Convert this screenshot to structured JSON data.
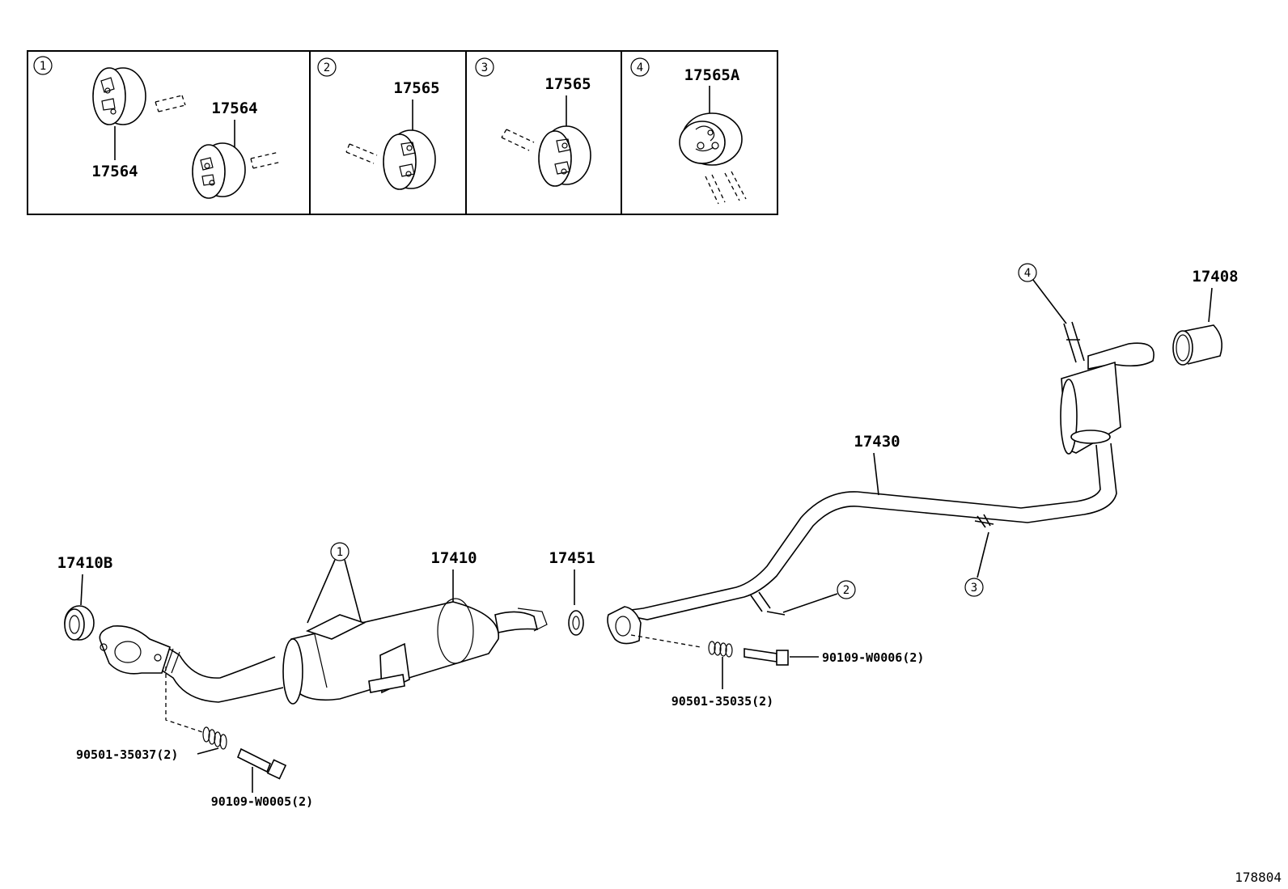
{
  "diagram_id": "178804",
  "inset": {
    "panels": [
      {
        "num": "1",
        "parts": [
          "17564",
          "17564"
        ]
      },
      {
        "num": "2",
        "parts": [
          "17565"
        ]
      },
      {
        "num": "3",
        "parts": [
          "17565"
        ]
      },
      {
        "num": "4",
        "parts": [
          "17565A"
        ]
      }
    ]
  },
  "callouts": {
    "c1": "1",
    "c2": "2",
    "c3": "3",
    "c4": "4"
  },
  "parts": {
    "p17408": "17408",
    "p17430": "17430",
    "p17410B": "17410B",
    "p17410": "17410",
    "p17451": "17451",
    "p90109_w0006": "90109-W0006(2)",
    "p90501_35035": "90501-35035(2)",
    "p90501_35037": "90501-35037(2)",
    "p90109_w0005": "90109-W0005(2)"
  }
}
